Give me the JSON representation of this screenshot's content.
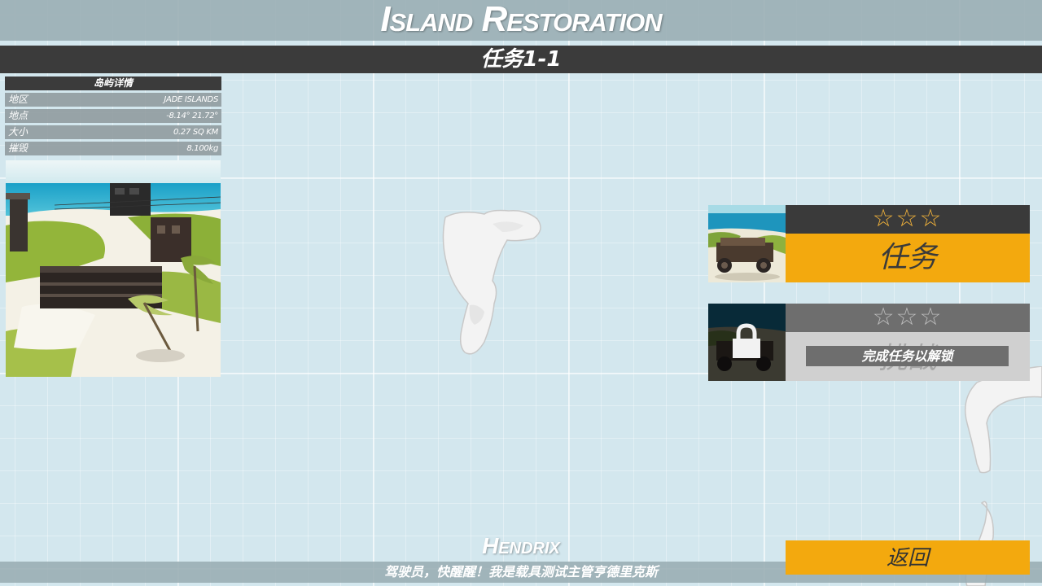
{
  "header": {
    "game_title": "Island Restoration",
    "mission_title": "任务1-1"
  },
  "island_details": {
    "title": "岛屿详情",
    "rows": [
      {
        "label": "地区",
        "value": "JADE ISLANDS"
      },
      {
        "label": "地点",
        "value": "-8.14°  21.72°"
      },
      {
        "label": "大小",
        "value": "0.27 SQ KM"
      },
      {
        "label": "摧毁",
        "value": "8.100kg"
      }
    ]
  },
  "missions": {
    "mission": {
      "stars": "☆☆☆",
      "label": "任务",
      "star_color": "#f2b33a",
      "accent": "#f3a90e"
    },
    "challenge": {
      "stars": "☆☆☆",
      "label": "挑战",
      "lock_text": "完成任务以解锁",
      "locked": true
    }
  },
  "dialog": {
    "speaker": "Hendrix",
    "line": "驾驶员，快醒醒！我是载具测试主管亨德里克斯"
  },
  "back_button": {
    "label": "返回"
  },
  "icons": [
    "lock-icon",
    "star-icon"
  ]
}
